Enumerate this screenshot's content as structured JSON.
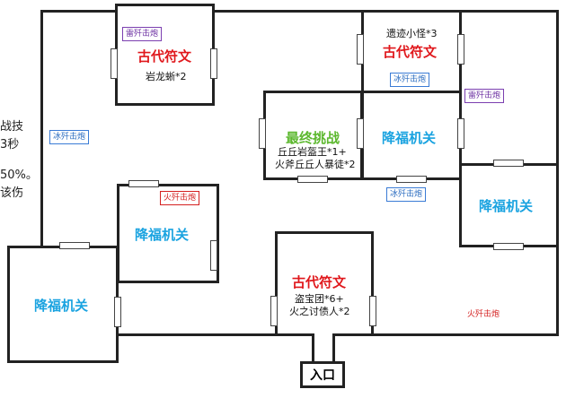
{
  "side_text": [
    "战技",
    "3秒",
    "50%。",
    "该伤"
  ],
  "rooms": {
    "top_left_ancient": {
      "label": "古代符文",
      "monsters": "岩龙蜥*2",
      "weapon": "雷歼击炮"
    },
    "top_right_ancient": {
      "label": "古代符文",
      "monsters": "遗迹小怪*3",
      "weapon": "冰歼击炮"
    },
    "final_challenge": {
      "label": "最终挑战",
      "line1": "丘丘岩盔王*1+",
      "line2": "火斧丘丘人暴徒*2"
    },
    "blessing_center": {
      "label": "降福机关"
    },
    "blessing_left_mid": {
      "label": "降福机关",
      "weapon": "火歼击炮"
    },
    "blessing_left_bottom": {
      "label": "降福机关"
    },
    "blessing_right": {
      "label": "降福机关",
      "weapon": "雷歼击炮"
    },
    "bottom_ancient": {
      "label": "古代符文",
      "line1": "盗宝团*6+",
      "line2": "火之讨债人*2"
    }
  },
  "corridor_weapons": {
    "left_corridor": "冰歼击炮",
    "middle_corridor": "冰歼击炮",
    "bottom_right": "火歼击炮"
  },
  "entrance": {
    "label": "入口"
  },
  "colors": {
    "ancient_rune": "#e0181c",
    "blessing": "#1aa3e0",
    "final": "#5cb82e",
    "thunder_tag": "#7b3fb0",
    "fire_tag": "#d42020",
    "ice_tag": "#3a7bd5"
  }
}
